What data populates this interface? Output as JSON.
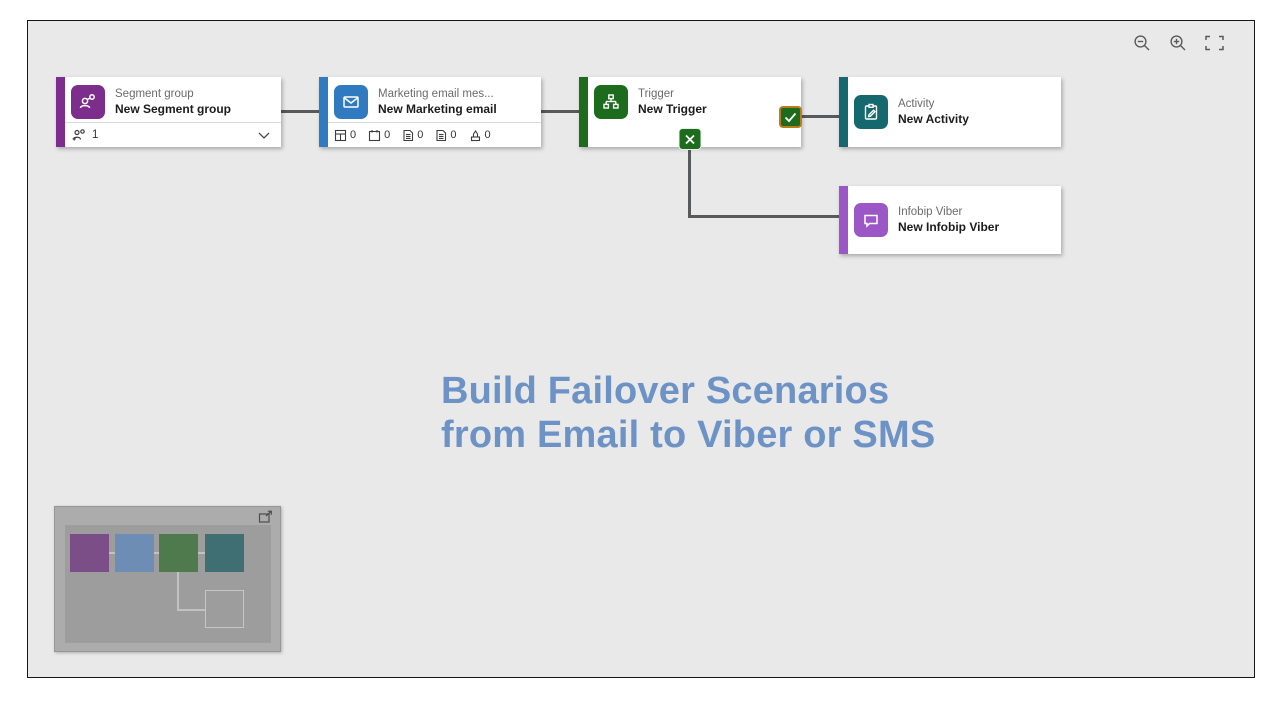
{
  "toolbar": {
    "icons": [
      "zoom-out",
      "zoom-in",
      "fit-to-screen"
    ]
  },
  "nodes": {
    "segment": {
      "type": "Segment group",
      "name": "New Segment group",
      "accent": "#7d2e8d",
      "icon": "segment-icon",
      "audience_count": "1",
      "footer_icons": [
        "person-add-icon",
        "chevron-down-icon"
      ]
    },
    "email": {
      "type": "Marketing email mes...",
      "name": "New Marketing email",
      "accent": "#2f7ac0",
      "icon": "email-icon",
      "stats": [
        {
          "icon": "table-icon",
          "value": "0"
        },
        {
          "icon": "calendar-icon",
          "value": "0"
        },
        {
          "icon": "page-icon",
          "value": "0"
        },
        {
          "icon": "page-icon",
          "value": "0"
        },
        {
          "icon": "stamp-icon",
          "value": "0"
        }
      ]
    },
    "trigger": {
      "type": "Trigger",
      "name": "New Trigger",
      "accent": "#1d6c1d",
      "icon": "sitemap-icon",
      "true_branch_icon": "check-icon",
      "false_branch_icon": "x-icon",
      "true_badge_border": "#b97d1e"
    },
    "activity": {
      "type": "Activity",
      "name": "New Activity",
      "accent": "#15696e",
      "icon": "clipboard-pencil-icon"
    },
    "viber": {
      "type": "Infobip Viber",
      "name": "New Infobip Viber",
      "accent": "#9b57c6",
      "icon": "chat-bubble-icon"
    }
  },
  "headline": {
    "line1": "Build Failover Scenarios",
    "line2": "from Email to Viber or SMS",
    "color": "#6d92c5"
  },
  "connector_color": "#58595a",
  "canvas_background": "#e9e9e9",
  "minimap": {
    "background": "#9d9d9d",
    "frame": "#acacac",
    "square_colors": [
      "#7b4e87",
      "#6e8db5",
      "#4e7a4e",
      "#3f6f72"
    ],
    "expand_icon": "open-minimap-icon"
  }
}
